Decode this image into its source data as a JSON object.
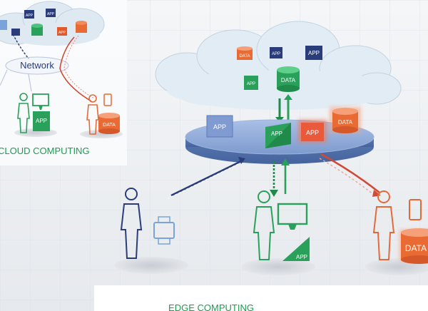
{
  "cloud_panel": {
    "network_label": "Network",
    "title": "CLOUD COMPUTING",
    "cloud_tags": [
      "APP",
      "APP",
      "APP"
    ],
    "app_tag": "APP",
    "data_tag": "DATA"
  },
  "edge_panel": {
    "title": "EDGE COMPUTING",
    "cloud_tags": [
      "DATA",
      "APP",
      "APP",
      "APP"
    ],
    "db_tag": "DATA",
    "platform_tags": [
      "APP",
      "APP",
      "APP"
    ],
    "platform_data_tag": "DATA",
    "monitor_app_tag": "APP",
    "data_tag": "DATA"
  },
  "colors": {
    "cloud_fill": "#e2ecf4",
    "platform": "#7f9fd0",
    "green": "#2aa15a",
    "orange": "#ea6a33",
    "navy": "#2a3d7a",
    "title_green": "#1f9a52"
  }
}
